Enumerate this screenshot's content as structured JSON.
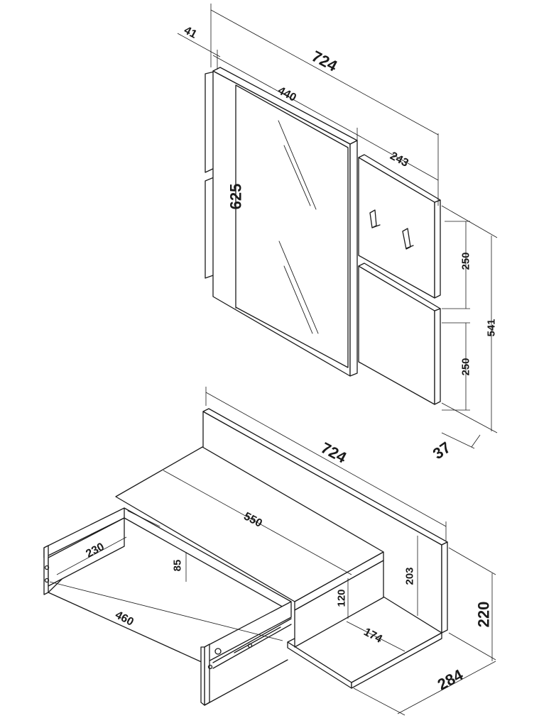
{
  "dimensions": {
    "panel_width_total": "724",
    "panel_side_offset": "41",
    "mirror_width": "440",
    "hook_panel_width": "243",
    "mirror_height": "625",
    "hook_panel_upper_height": "250",
    "hook_panel_lower_height": "250",
    "panel_total_height": "541",
    "panel_depth": "37",
    "shelf_width": "724",
    "top_length": "550",
    "drawer_depth": "230",
    "drawer_inner_height": "85",
    "drawer_length": "460",
    "cabinet_height": "120",
    "back_height": "203",
    "niche_width": "174",
    "shelf_height": "220",
    "shelf_depth": "284"
  }
}
